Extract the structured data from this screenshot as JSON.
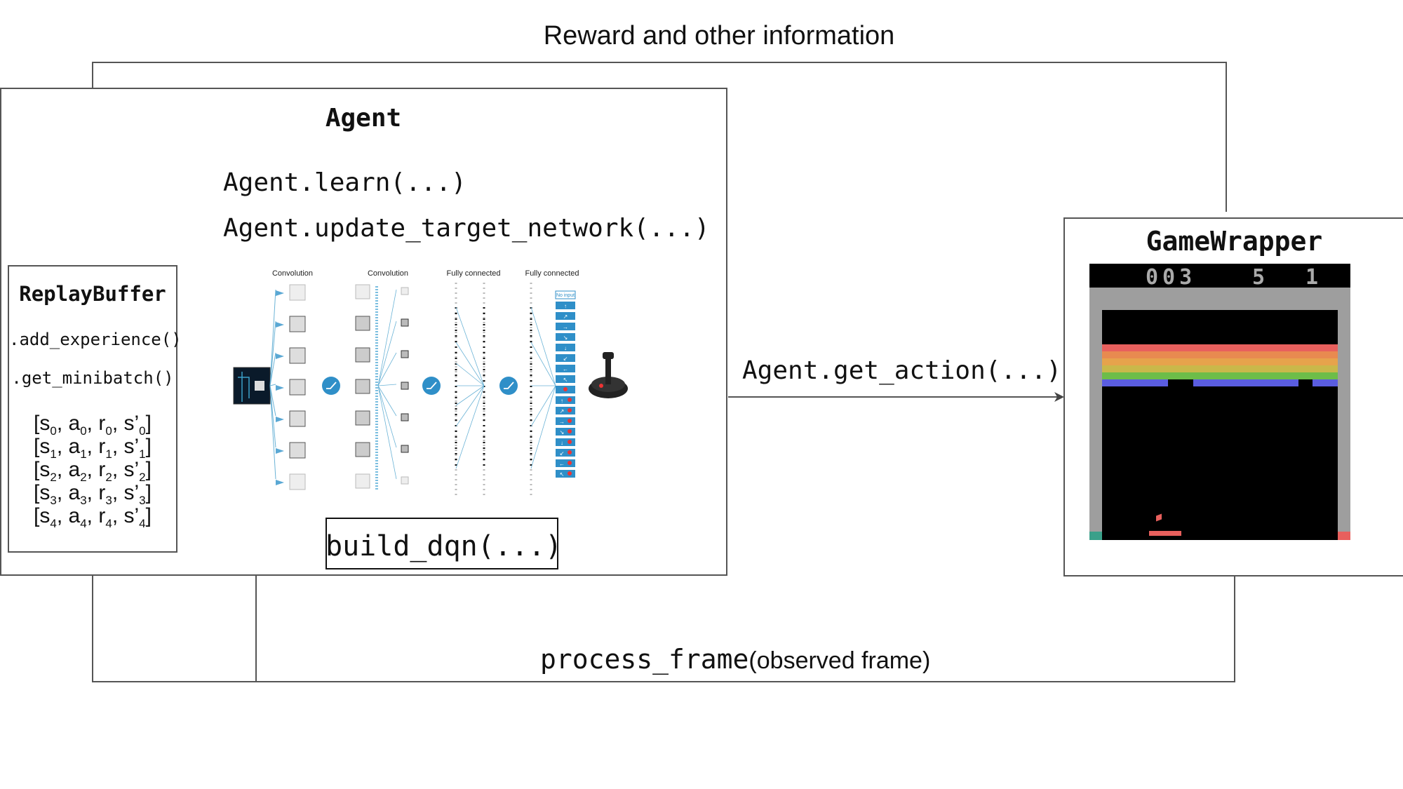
{
  "top_label": "Reward and other information",
  "bottom_label": {
    "code": "process_frame",
    "text": "(observed frame)"
  },
  "get_action_label": "Agent.get_action(...)",
  "agent": {
    "title": "Agent",
    "methods": [
      "Agent.learn(...)",
      "Agent.update_target_network(...)"
    ],
    "build_label": "build_dqn(...)",
    "network": {
      "layer_labels": [
        "Convolution",
        "Convolution",
        "Fully connected",
        "Fully connected"
      ],
      "output_first": "No input",
      "output_arrows": [
        "↑",
        "→",
        "←",
        "↓",
        "↗",
        "↖",
        "↘",
        "↙"
      ]
    }
  },
  "replay_buffer": {
    "title": "ReplayBuffer",
    "methods": [
      ".add_experience()",
      ".get_minibatch()"
    ],
    "tuples": [
      {
        "s": "0",
        "a": "0",
        "r": "0",
        "sp": "0"
      },
      {
        "s": "1",
        "a": "1",
        "r": "1",
        "sp": "1"
      },
      {
        "s": "2",
        "a": "2",
        "r": "2",
        "sp": "2"
      },
      {
        "s": "3",
        "a": "3",
        "r": "3",
        "sp": "3"
      },
      {
        "s": "4",
        "a": "4",
        "r": "4",
        "sp": "4"
      }
    ]
  },
  "game_wrapper": {
    "title": "GameWrapper",
    "score": "003",
    "lives": "5",
    "player": "1",
    "brick_colors": [
      "#e8605d",
      "#e88a50",
      "#e6a34c",
      "#c9b84a",
      "#6dbd49",
      "#5a5de0"
    ]
  }
}
